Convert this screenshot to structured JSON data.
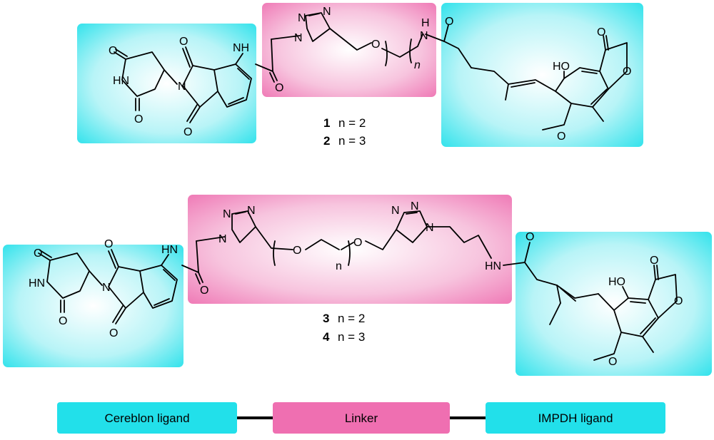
{
  "colors": {
    "ligand_fill": "#1fe0ea",
    "linker_fill": "#ee6fb0",
    "legend_cyan": "#22e0ea",
    "legend_pink": "#ef6fb1"
  },
  "atom_labels": {
    "O": "O",
    "N": "N",
    "NH": "NH",
    "HN": "HN",
    "H": "H",
    "HO": "HO",
    "n": "n"
  },
  "compounds_top": [
    {
      "id": "1",
      "eq": "n = 2"
    },
    {
      "id": "2",
      "eq": "n = 3"
    }
  ],
  "compounds_bottom": [
    {
      "id": "3",
      "eq": "n = 2"
    },
    {
      "id": "4",
      "eq": "n = 3"
    }
  ],
  "legend": {
    "cereblon": "Cereblon ligand",
    "linker": "Linker",
    "impdh": "IMPDH ligand"
  }
}
